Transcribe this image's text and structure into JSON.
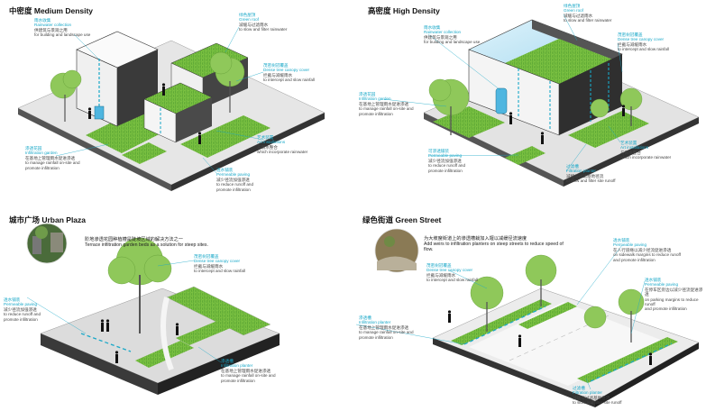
{
  "colors": {
    "accent": "#19a8c8",
    "grass": "#7cc242",
    "grass_dark": "#3f8f2a",
    "wall_light": "#f2f2f2",
    "wall_dark": "#3a3a3a",
    "water": "#4fb6e0",
    "pavement": "#d9d9d9"
  },
  "panels": {
    "medium": {
      "title": "中密度 Medium Density",
      "labels": [
        {
          "cn": "雨水收集",
          "en": "Rainwater collection",
          "desc": "供建筑与景观之用\nfor building and landscape use"
        },
        {
          "cn": "绿色屋顶",
          "en": "Green roof",
          "desc": "减缓与过滤雨水\nto slow and filter rainwater"
        },
        {
          "cn": "茂密树冠覆盖",
          "en": "Dense tree canopy cover",
          "desc": "拦截与减缓雨水\nto intercept and slow rainfall"
        },
        {
          "cn": "艺术装置",
          "en": "Art installations",
          "desc": "与雨水整合\nwhich incorporate rainwater"
        },
        {
          "cn": "渗透花园",
          "en": "Infiltration garden",
          "desc": "在基地上管理雨水促进渗透\nto manage rainfall on-site and\npromote infiltration"
        },
        {
          "cn": "透水铺装",
          "en": "Permeable paving",
          "desc": "减少径流加强渗透\nto reduce runoff and\npromote infiltration"
        }
      ]
    },
    "high": {
      "title": "高密度 High Density",
      "labels": [
        {
          "cn": "绿色屋顶",
          "en": "Green roof",
          "desc": "减缓与过滤雨水\nto slow and filter rainwater"
        },
        {
          "cn": "雨水收集",
          "en": "Rainwater collection",
          "desc": "供建筑与景观之用\nfor building and landscape use"
        },
        {
          "cn": "茂密树冠覆盖",
          "en": "Dense tree canopy cover",
          "desc": "拦截与减缓雨水\nto intercept and slow rainfall"
        },
        {
          "cn": "渗透花园",
          "en": "Infiltration garden",
          "desc": "在基地上管理雨水促进渗透\nto manage rainfall on-site and\npromote infiltration"
        },
        {
          "cn": "艺术装置",
          "en": "Art installations",
          "desc": "与雨水整合\nwhich incorporate rainwater"
        },
        {
          "cn": "可渗透铺装",
          "en": "Permeable paving",
          "desc": "减少径流加强渗透\nto reduce runoff and\npromote infiltration"
        },
        {
          "cn": "过滤槽",
          "en": "Filtration planter",
          "desc": "减缓与过滤基地径流\nto slow and filter site runoff"
        }
      ]
    },
    "plaza": {
      "title": "城市广场 Urban Plaza",
      "note": "阶地渗透花园种植槽是陡坡区域的解决方法之一\nTerrace infiltration garden beds as a solution for steep sites.",
      "labels": [
        {
          "cn": "茂密树冠覆盖",
          "en": "Dense tree canopy cover",
          "desc": "拦截与减缓雨水\nto intercept and slow rainfall"
        },
        {
          "cn": "透水铺装",
          "en": "Permeable paving",
          "desc": "减少径流加强渗透\nto reduce runoff and\npromote infiltration"
        },
        {
          "cn": "渗透槽",
          "en": "Infiltration planter",
          "desc": "在基地上管理雨水促进渗透\nto manage rainfall on-site and\npromote infiltration"
        }
      ]
    },
    "street": {
      "title": "绿色街道 Green Street",
      "note": "为大坡度街道上的渗透槽栽加入堰以减缓径流速度\nAdd weirs to infiltration planters on steep streets to reduce speed of\nflow.",
      "labels": [
        {
          "cn": "茂密树冠覆盖",
          "en": "Dense tree canopy cover",
          "desc": "拦截与减缓雨水\nto intercept and slow rainfall"
        },
        {
          "cn": "透水铺装",
          "en": "Permeable paving",
          "desc": "在人行道缘以减少径流促进渗透\non sidewalk margins to reduce runoff\nand promote infiltration"
        },
        {
          "cn": "透水铺装",
          "en": "Permeable paving",
          "desc": "在停车区旁边以减少径流促进渗透\non parking margins to reduce runoff\nand promote infiltration"
        },
        {
          "cn": "渗透槽",
          "en": "Infiltration planter",
          "desc": "在基地上管理雨水促进渗透\nto manage rainfall on-site and\npromote infiltration"
        },
        {
          "cn": "过滤槽",
          "en": "Filtration planter",
          "desc": "减缓与过滤基地径流\nto slow and filter site runoff"
        }
      ]
    }
  }
}
